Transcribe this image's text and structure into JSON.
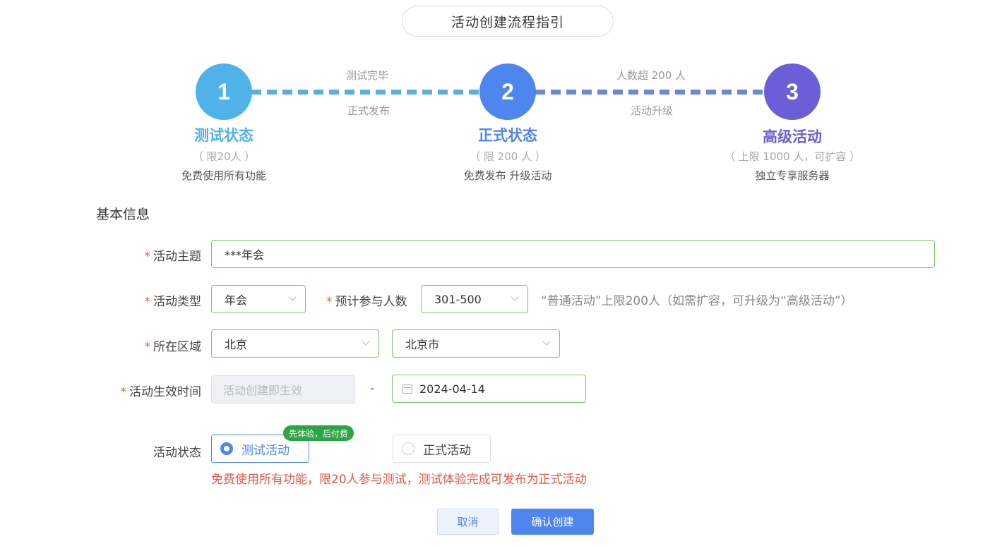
{
  "guide": {
    "title": "活动创建流程指引"
  },
  "steps": [
    {
      "number": "1",
      "title": "测试状态",
      "limit": "（ 限20人 ）",
      "desc": "免费使用所有功能",
      "color": "#4fb3ea"
    },
    {
      "number": "2",
      "title": "正式状态",
      "limit": "（ 限 200 人 ）",
      "desc": "免费发布  升级活动",
      "color": "#4e86f0"
    },
    {
      "number": "3",
      "title": "高级活动",
      "limit": "（ 上限 1000 人，可扩容 ）",
      "desc": "独立专享服务器",
      "color": "#6a5fd6"
    }
  ],
  "connectors": [
    {
      "top": "测试完毕",
      "bottom": "正式发布"
    },
    {
      "top": "人数超 200 人",
      "bottom": "活动升级"
    }
  ],
  "section": {
    "title": "基本信息"
  },
  "form": {
    "required_mark": "*",
    "theme": {
      "label": "活动主题",
      "value": "***年会"
    },
    "type": {
      "label": "活动类型",
      "value": "年会"
    },
    "participants": {
      "label": "预计参与人数",
      "value": "301-500",
      "hint": "“普通活动”上限200人（如需扩容，可升级为“高级活动”）"
    },
    "region": {
      "label": "所在区域",
      "province": "北京",
      "city": "北京市"
    },
    "time": {
      "label": "活动生效时间",
      "start_placeholder": "活动创建即生效",
      "separator": "-",
      "end": "2024-04-14"
    },
    "status": {
      "label": "活动状态",
      "options": [
        {
          "label": "测试活动",
          "selected": true
        },
        {
          "label": "正式活动",
          "selected": false
        }
      ],
      "badge": "先体验，后付费",
      "note": "免费使用所有功能，限20人参与测试，测试体验完成可发布为正式活动"
    }
  },
  "buttons": {
    "cancel": "取消",
    "confirm": "确认创建"
  },
  "colors": {
    "accent": "#4e86f0",
    "valid_border": "#7ec46a",
    "error": "#e4594c",
    "badge": "#2fa347"
  }
}
